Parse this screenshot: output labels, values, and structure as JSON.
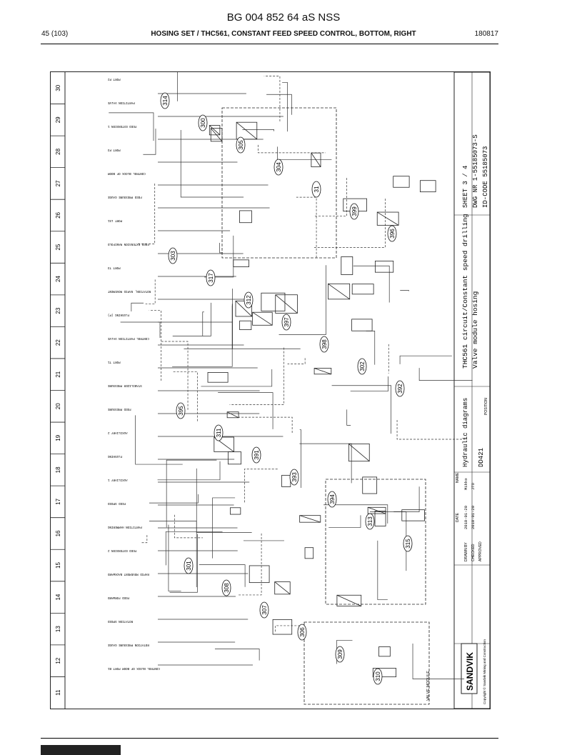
{
  "header": {
    "doc_number": "BG 004 852 64 aS NSS",
    "page": "45 (103)",
    "title": "HOSING SET / THC561, CONSTANT FEED SPEED CONTROL, BOTTOM, RIGHT",
    "date": "180817"
  },
  "drawing": {
    "zone_numbers": [
      "30",
      "29",
      "28",
      "27",
      "26",
      "25",
      "24",
      "23",
      "22",
      "21",
      "20",
      "19",
      "18",
      "17",
      "16",
      "15",
      "14",
      "13",
      "12",
      "11"
    ],
    "title_line1": "THC561 circuit/Constant speed drilling",
    "title_line2": "Valve module hosing",
    "sheet": "SHEET  3 / 4",
    "dwg_nr": "DWG NR 1-55185073-S",
    "id_code": "ID-CODE 55185073",
    "category": "Hydraulic diagrams",
    "doc_code": "DD421",
    "position_label": "POSITION",
    "date_label": "DATE",
    "name_label": "NAME",
    "drawn_by": "DRAWN BY",
    "checked": "CHECKED",
    "approved": "APPROVED",
    "drawn_date": "2010-01-20",
    "checked_date": "2010-01-20",
    "drawn_name": "Mikko",
    "checked_name": "JTO",
    "brand": "SANDVIK",
    "copyright": "Copyright © Sandvik Mining and Construction",
    "valve_module_label": "VALVE MODULE",
    "balloons": [
      "314",
      "300",
      "305",
      "304",
      "31",
      "399",
      "396",
      "303",
      "317",
      "312",
      "397",
      "398",
      "302",
      "392",
      "395",
      "311",
      "391",
      "393",
      "394",
      "313",
      "315",
      "301",
      "308",
      "307",
      "306",
      "309",
      "310"
    ],
    "port_labels": [
      "PORT P2",
      "PARTITION VALVE",
      "FEED EXTENSION 1",
      "PORT P3",
      "CONTROL BLOCK OF BOOM",
      "FEED PRESSURE GAUGE",
      "PORT LS1",
      "FEED EXTENSION MANIFOLD",
      "PORT T3",
      "ROTATION, RAPID MOVEMENT",
      "FLUSHING (P)",
      "CONTROL PARTITION VALVE",
      "PORT T1",
      "STABILIZER PRESSURE",
      "FEED PRESSURE",
      "AUXILIARY 2",
      "FLUSHING",
      "AUXILIARY 1",
      "FEED SPEED",
      "PARTITION HAMMERING",
      "FEED EXTENSION 2",
      "RAPID MOVEMENT BACKWARD",
      "FEED FORWARD",
      "ROTATION SPEED",
      "ROTATION PRESSURE GAUGE",
      "CONTROL BLOCK OF BOOM PORT B1"
    ]
  }
}
